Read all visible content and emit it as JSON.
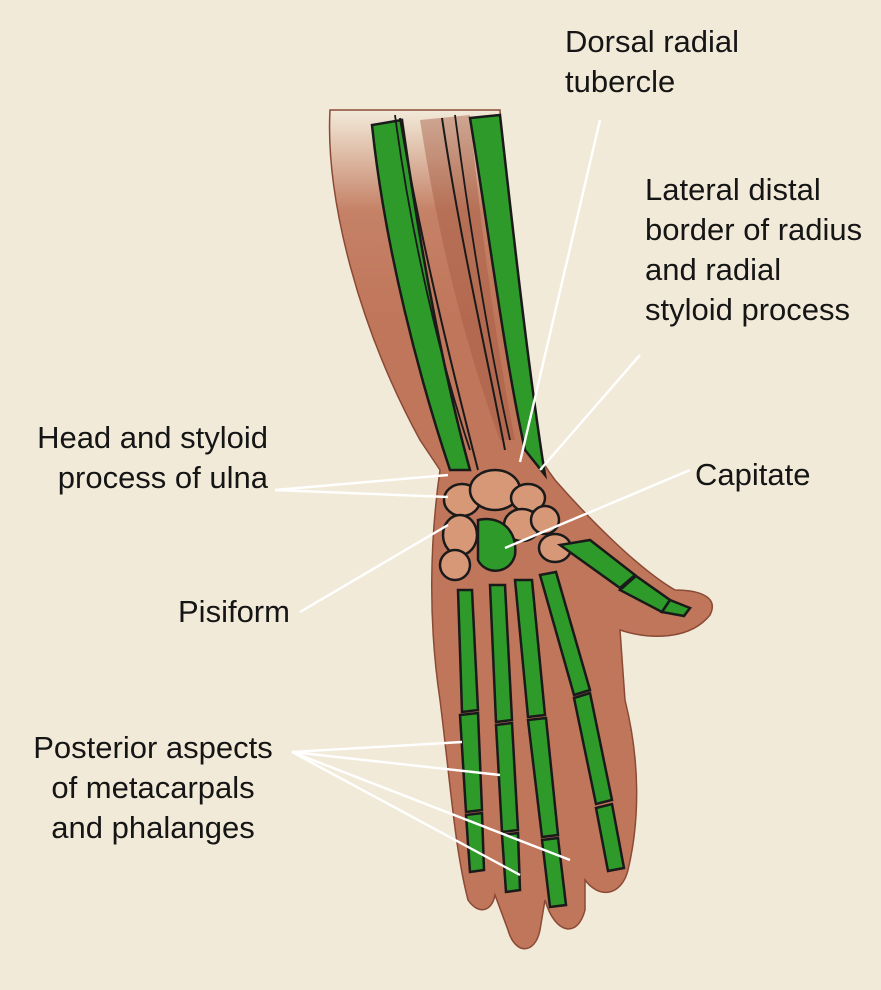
{
  "labels": {
    "dorsal_radial_tubercle": [
      "Dorsal radial",
      "tubercle"
    ],
    "lateral_distal_border": [
      "Lateral distal",
      "border of radius",
      "and radial",
      "styloid process"
    ],
    "head_styloid_ulna": [
      "Head and styloid",
      "process of ulna"
    ],
    "capitate": [
      "Capitate"
    ],
    "pisiform": [
      "Pisiform"
    ],
    "posterior_aspects": [
      "Posterior aspects",
      "of metacarpals",
      "and phalanges"
    ]
  },
  "colors": {
    "background": "#f2ead9",
    "skin": "#c0765a",
    "skin_dark": "#a45b43",
    "bone": "#2e9a2a",
    "bone_outline": "#1a1a1a",
    "carpal": "#d79878",
    "leader_line": "#ffffff"
  }
}
